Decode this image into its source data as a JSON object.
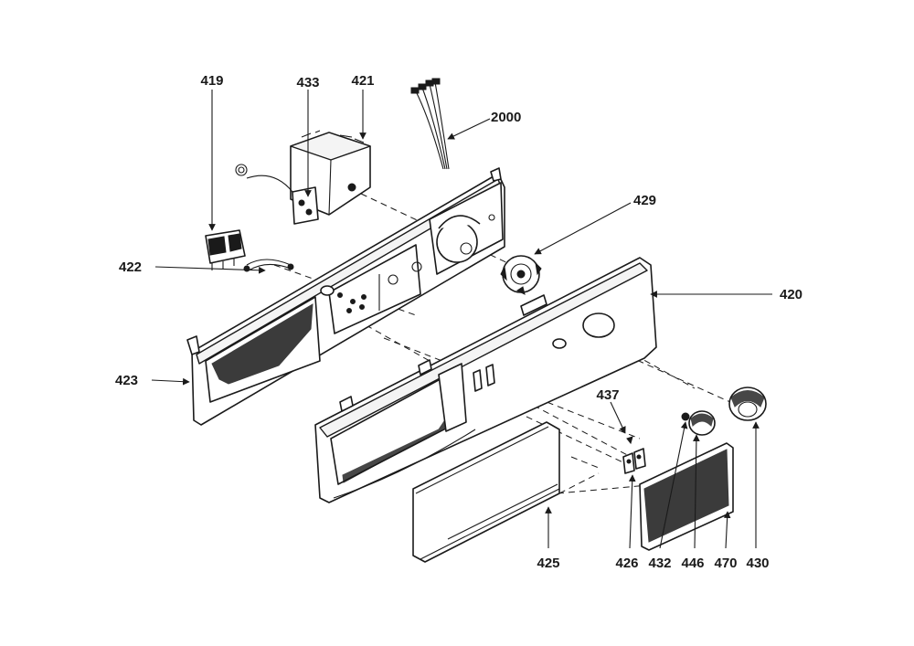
{
  "labels": {
    "p419": "419",
    "p433": "433",
    "p421": "421",
    "p2000": "2000",
    "p429": "429",
    "p422": "422",
    "p420": "420",
    "p423": "423",
    "p437": "437",
    "p430": "430",
    "p425": "425",
    "p426": "426",
    "p432": "432",
    "p446": "446",
    "p470": "470"
  }
}
